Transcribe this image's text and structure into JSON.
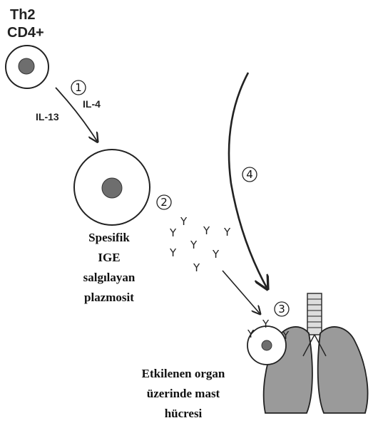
{
  "cell_labels": {
    "th2_line1": "Th2",
    "th2_line2": "CD4+"
  },
  "cytokines": {
    "il4": "IL-4",
    "il13": "IL-13"
  },
  "steps": [
    "1",
    "2",
    "3",
    "4"
  ],
  "plasma_label": [
    "Spesifik",
    "IGE",
    "salgılayan",
    "plazmosit"
  ],
  "organ_label": [
    "Etkilenen organ",
    "üzerinde mast",
    "hücresi"
  ],
  "antibody_glyph": "Y",
  "colors": {
    "nucleus": "#6e6e6e",
    "lung": "#9a9a9a",
    "line": "#222222"
  }
}
